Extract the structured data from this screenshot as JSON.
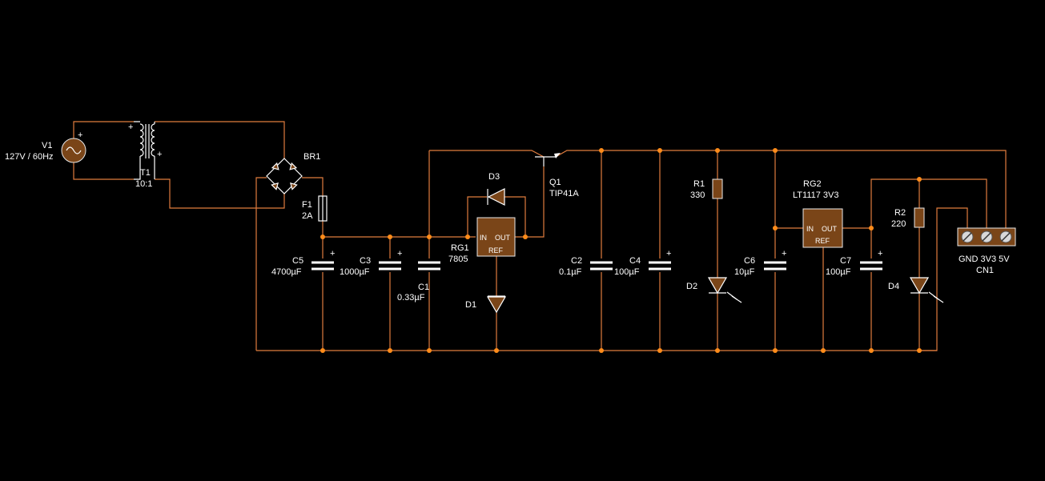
{
  "components": {
    "V1": {
      "ref": "V1",
      "value": "127V / 60Hz"
    },
    "T1": {
      "ref": "T1",
      "value": "10:1"
    },
    "BR1": {
      "ref": "BR1"
    },
    "F1": {
      "ref": "F1",
      "value": "2A"
    },
    "C5": {
      "ref": "C5",
      "value": "4700µF"
    },
    "C3": {
      "ref": "C3",
      "value": "1000µF"
    },
    "C1": {
      "ref": "C1",
      "value": "0.33µF"
    },
    "RG1": {
      "ref": "RG1",
      "value": "7805",
      "pin_in": "IN",
      "pin_out": "OUT",
      "pin_ref": "REF"
    },
    "D3": {
      "ref": "D3"
    },
    "D1": {
      "ref": "D1"
    },
    "Q1": {
      "ref": "Q1",
      "value": "TIP41A"
    },
    "C2": {
      "ref": "C2",
      "value": "0.1µF"
    },
    "C4": {
      "ref": "C4",
      "value": "100µF"
    },
    "R1": {
      "ref": "R1",
      "value": "330"
    },
    "D2": {
      "ref": "D2"
    },
    "C6": {
      "ref": "C6",
      "value": "10µF"
    },
    "RG2": {
      "ref": "RG2",
      "value": "LT1117 3V3",
      "pin_in": "IN",
      "pin_out": "OUT",
      "pin_ref": "REF"
    },
    "C7": {
      "ref": "C7",
      "value": "100µF"
    },
    "R2": {
      "ref": "R2",
      "value": "220"
    },
    "D4": {
      "ref": "D4"
    },
    "CN1": {
      "ref": "CN1",
      "pins": "GND 3V3 5V"
    }
  },
  "symbols": {
    "plus": "+"
  },
  "colors": {
    "wire": "#e07c3e",
    "node": "#ff8c1a",
    "body": "#7a4518",
    "background": "#000000"
  }
}
